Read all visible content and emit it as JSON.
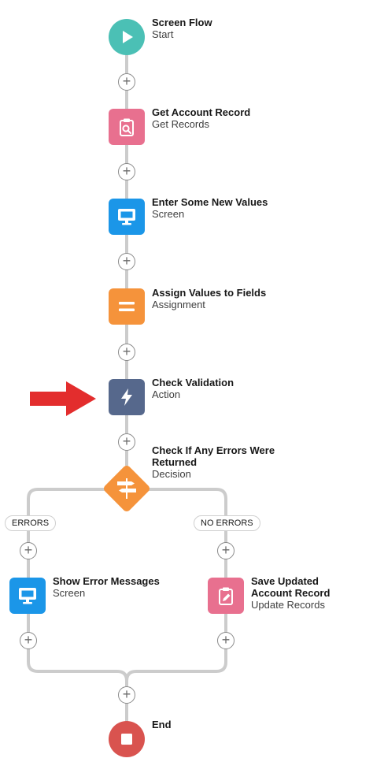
{
  "flow": {
    "start": {
      "title": "Screen Flow",
      "subtitle": "Start",
      "icon": "play-icon",
      "color": "#4bc0b5"
    },
    "get_records": {
      "title": "Get Account Record",
      "subtitle": "Get Records",
      "icon": "clipboard-search-icon",
      "color": "#e8708f"
    },
    "screen": {
      "title": "Enter Some New Values",
      "subtitle": "Screen",
      "icon": "monitor-icon",
      "color": "#1b96e8"
    },
    "assignment": {
      "title": "Assign Values to Fields",
      "subtitle": "Assignment",
      "icon": "equals-icon",
      "color": "#f5933b"
    },
    "action": {
      "title": "Check Validation",
      "subtitle": "Action",
      "icon": "lightning-icon",
      "color": "#56688c"
    },
    "decision": {
      "title": "Check If Any Errors Were Returned",
      "subtitle": "Decision",
      "icon": "decision-icon",
      "color": "#f5933b"
    },
    "branches": {
      "errors": {
        "outcome": "ERRORS",
        "node": {
          "title": "Show Error Messages",
          "subtitle": "Screen",
          "icon": "monitor-icon",
          "color": "#1b96e8"
        }
      },
      "no_errors": {
        "outcome": "NO ERRORS",
        "node": {
          "title": "Save Updated Account Record",
          "subtitle": "Update Records",
          "icon": "clipboard-edit-icon",
          "color": "#e8708f"
        }
      }
    },
    "end": {
      "title": "End",
      "icon": "stop-icon",
      "color": "#d9534f"
    }
  },
  "annotation": {
    "arrow_color": "#e32d2d",
    "icon": "red-arrow-icon"
  },
  "connector_color": "#cccccc"
}
